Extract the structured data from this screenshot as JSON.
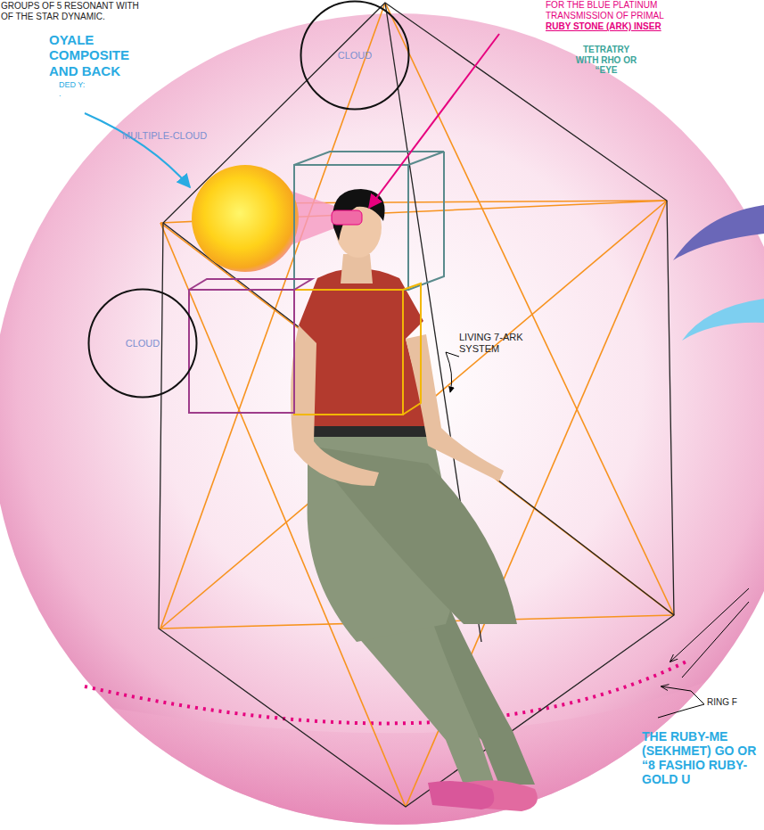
{
  "diagram": {
    "nodes": [
      {
        "text": [
          "CLOUD"
        ]
      },
      {
        "text": [
          "CLOUD"
        ]
      },
      {
        "text": [
          "MULTIPLE-CLOUD"
        ]
      }
    ],
    "labels": [
      "GROUPS OF 5 RESONANT WITH OF THE STAR DYNAMIC.",
      "OYALE COMPOSITE AND BACK",
      "DED Y: .",
      "FOR THE BLUE PLATINUM TRANSMISSION OF PRIMAL",
      "RUBY STONE (ARK) INSER",
      "TETRATRY WITH RHO OR “EYE",
      "LIVING 7-ARK SYSTEM",
      "RING F",
      "THE RUBY-ME (SEKHMET) GO OR “8 FASHIO RUBY-GOLD U"
    ]
  }
}
